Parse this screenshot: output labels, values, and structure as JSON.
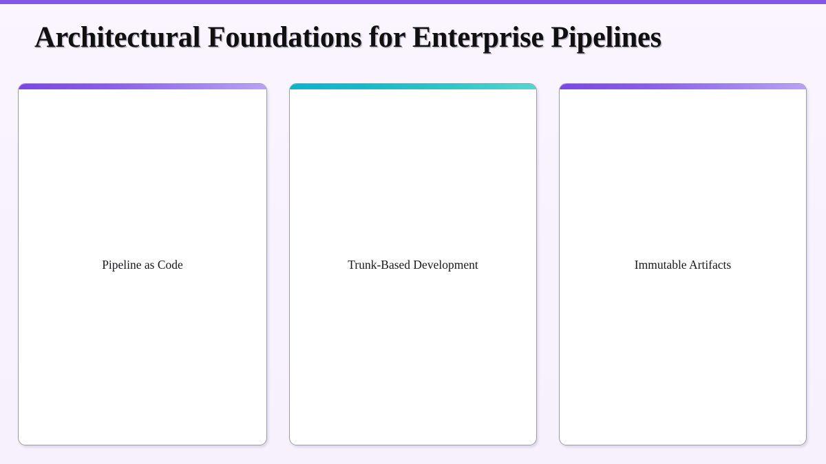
{
  "slide": {
    "title": "Architectural Foundations for Enterprise Pipelines",
    "background_color": "#f9f3fe",
    "top_bar_color": "#8257e8"
  },
  "cards": [
    {
      "label": "Pipeline as Code",
      "accent_style": "purple",
      "accent_from": "#7c47e0",
      "accent_to": "#b9a3f2"
    },
    {
      "label": "Trunk-Based Development",
      "accent_style": "teal",
      "accent_from": "#0fb2c8",
      "accent_to": "#54d6d2"
    },
    {
      "label": "Immutable Artifacts",
      "accent_style": "purple",
      "accent_from": "#7c47e0",
      "accent_to": "#b9a3f2"
    }
  ]
}
